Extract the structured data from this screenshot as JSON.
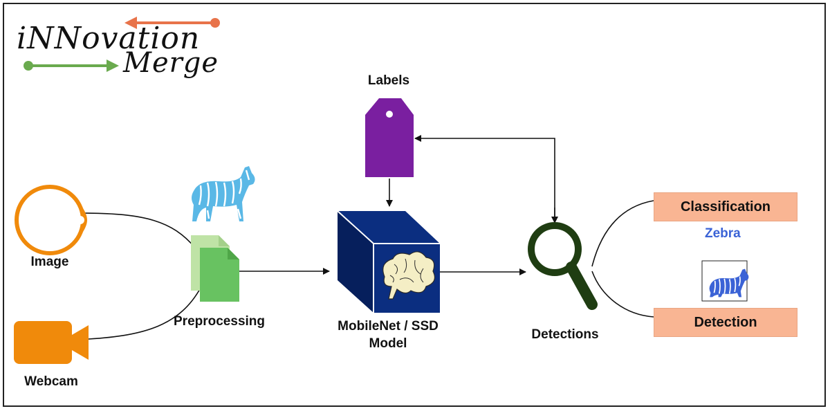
{
  "logo": {
    "line1": "iNNovation",
    "line2": "Merge"
  },
  "nodes": {
    "image": "Image",
    "webcam": "Webcam",
    "preprocessing": "Preprocessing",
    "labels": "Labels",
    "model_line1": "MobileNet / SSD",
    "model_line2": "Model",
    "detections": "Detections"
  },
  "outputs": {
    "classification": "Classification",
    "class_result": "Zebra",
    "detection": "Detection"
  },
  "colors": {
    "orange": "#f08a0b",
    "purple": "#7a1fa0",
    "green_light": "#bfe3a6",
    "green": "#68c261",
    "navy": "#0b2e80",
    "navy_dark": "#061f5c",
    "magnifier": "#1f3d12",
    "output_fill": "#f9b593",
    "zebra_blue": "#3b63d6",
    "zebra_light": "#5ab8e6",
    "logo_orange": "#e8734a",
    "logo_green": "#6aaa4e"
  }
}
